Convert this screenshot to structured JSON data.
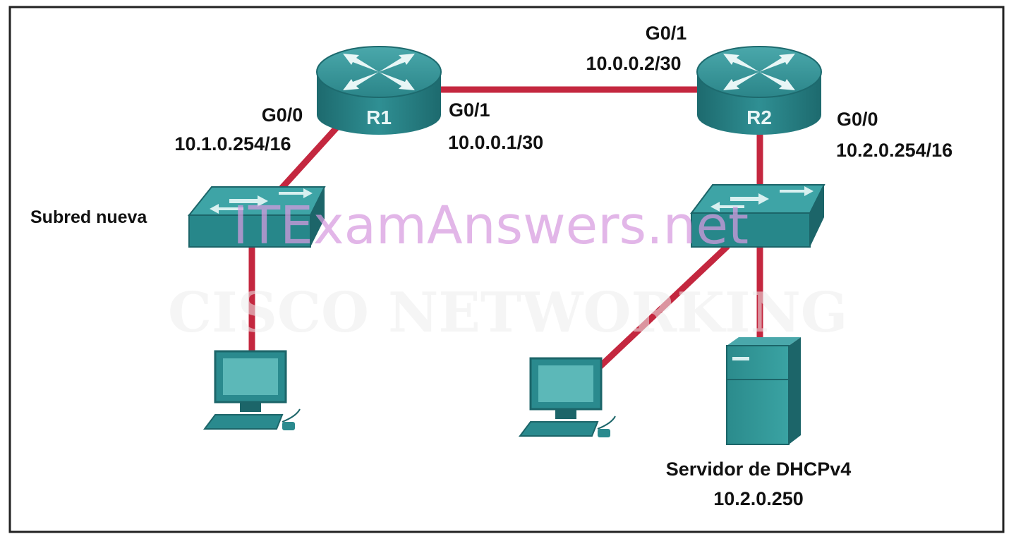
{
  "devices": {
    "r1": {
      "name": "R1"
    },
    "r2": {
      "name": "R2"
    }
  },
  "interfaces": {
    "r1_g00": {
      "name": "G0/0",
      "ip": "10.1.0.254/16"
    },
    "r1_g01": {
      "name": "G0/1",
      "ip": "10.0.0.1/30"
    },
    "r2_g01": {
      "name": "G0/1",
      "ip": "10.0.0.2/30"
    },
    "r2_g00": {
      "name": "G0/0",
      "ip": "10.2.0.254/16"
    }
  },
  "labels": {
    "new_subnet": "Subred nueva",
    "dhcp_server_name": "Servidor de DHCPv4",
    "dhcp_server_ip": "10.2.0.250"
  },
  "watermark": "ITExamAnswers.net",
  "colors": {
    "link": "#c4273f",
    "device_teal": "#2a8a8e",
    "device_dark": "#1c6569",
    "device_light": "#5cb8b8"
  }
}
